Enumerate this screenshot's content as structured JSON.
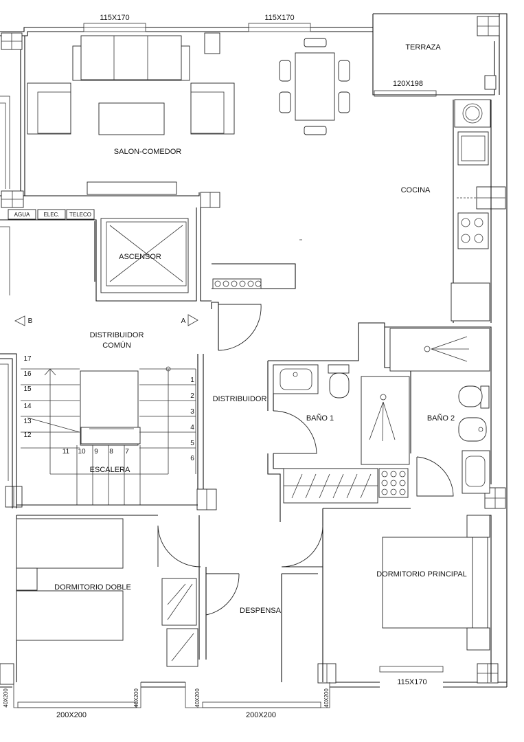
{
  "rooms": {
    "salon": "SALON-COMEDOR",
    "terraza": "TERRAZA",
    "cocina": "COCINA",
    "ascensor": "ASCENSOR",
    "distribuidor_comun": [
      "DISTRIBUIDOR",
      "COMÚN"
    ],
    "distribuidor": "DISTRIBUIDOR",
    "escalera": "ESCALERA",
    "bano1": "BAÑO 1",
    "bano2": "BAÑO 2",
    "dormitorio_principal": "DORMITORIO PRINCIPAL",
    "dormitorio_doble": "DORMITORIO DOBLE",
    "despensa": "DESPENSA"
  },
  "utilities": [
    "AGUA",
    "ELEC.",
    "TELECO"
  ],
  "section_marks": {
    "a": "A",
    "b": "B"
  },
  "windows": {
    "top_left": "115X170",
    "top_right": "115X170",
    "terraza": "120X198",
    "dorm_principal": "115X170",
    "bottom_left": "200X200",
    "bottom_right": "200X200",
    "side": "40X200"
  },
  "stair_steps": {
    "right": [
      "1",
      "2",
      "3",
      "4",
      "5",
      "6"
    ],
    "left": [
      "17",
      "16",
      "15",
      "14",
      "13",
      "12"
    ],
    "bottom": [
      "11",
      "10",
      "9",
      "8",
      "7"
    ]
  }
}
